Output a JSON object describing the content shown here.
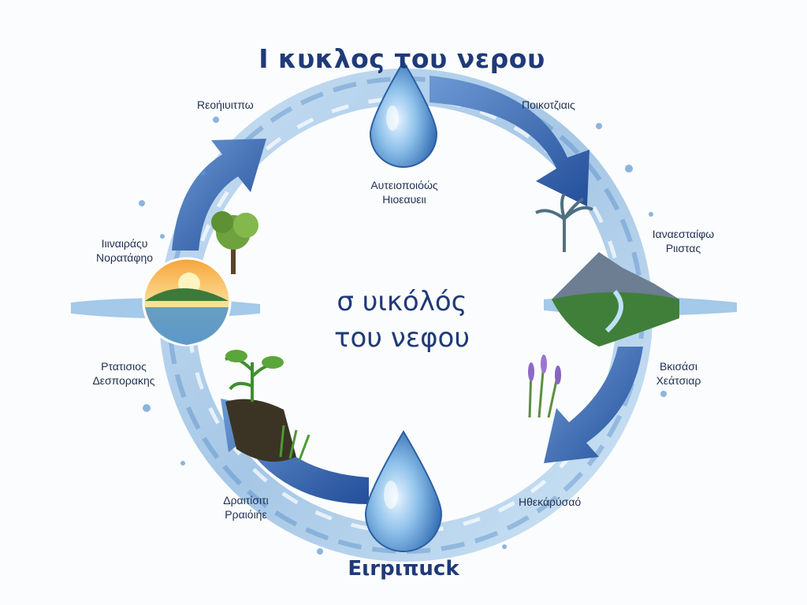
{
  "diagram": {
    "title": "Ι κυκλος του νερου",
    "center_title": {
      "line1": "σ υικόλός",
      "line2": "του νεφου"
    },
    "bottom_title": "Ειrpιπuck",
    "top_drop": {
      "line1": "Αυτειοποιόώς",
      "line2": "Ηιοεαυειι"
    },
    "labels": {
      "top_left": "Rεοήιυιτπω",
      "top_right": "Ποικοτζιαις",
      "left_upper": {
        "line1": "Ιιιναιράςυ",
        "line2": "Νορατάφηο"
      },
      "left_lower": {
        "line1": "Ρτατισιος",
        "line2": "Δεσπορακης"
      },
      "bottom_left": {
        "line1": "Δραιτίσιτι",
        "line2": "Ρραιόιήε"
      },
      "right_upper": {
        "line1": "Ιαναεσταίφω",
        "line2": "Ριιστας"
      },
      "right_lower": {
        "line1": "Βκισάσι",
        "line2": "Χεάτσιαρ"
      },
      "bottom_right": "Ηθεκάρύσαό"
    },
    "colors": {
      "title": "#1f3a78",
      "arrow": "#2f5fa8",
      "water": "#6aa5d8",
      "drop": "#4d8fd0",
      "text": "#1f2f52"
    }
  }
}
